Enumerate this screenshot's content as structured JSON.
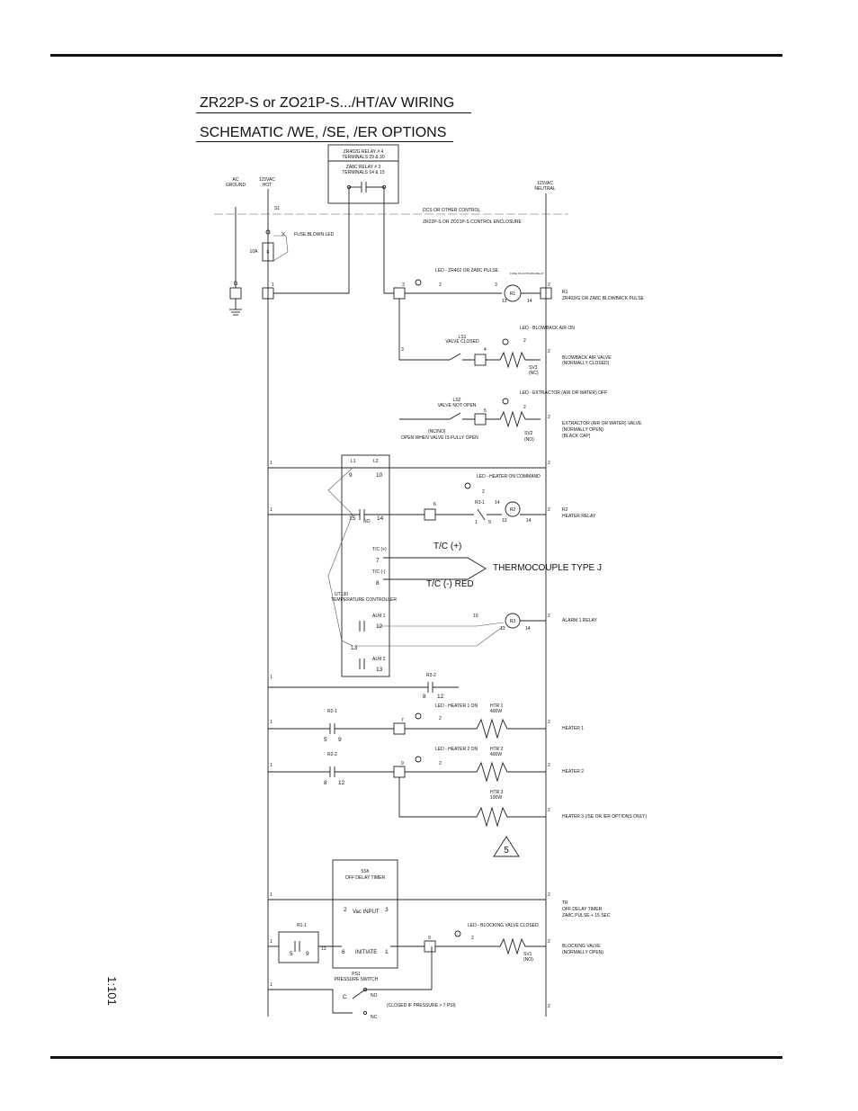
{
  "page": {
    "number": "1:101"
  },
  "title": {
    "line1": "ZR22P-S or  ZO21P-S.../HT/AV  WIRING",
    "line2": "SCHEMATIC /WE, /SE, /ER OPTIONS"
  },
  "top_box": {
    "line1a": "ZR402G  RELAY # 4",
    "line1b": "TERMINALS 29 & 30",
    "line2a": "ZA8C RELAY # 3",
    "line2b": "TERMINALS 14 & 15"
  },
  "headers": {
    "ac_ground_1": "AC",
    "ac_ground_2": "GROUND",
    "hot_1": "115VAC",
    "hot_2": "HOT",
    "neutral_1": "115VAC",
    "neutral_2": "NEUTRAL",
    "dcs": "DCS OR OTHER CONTROL",
    "enclosure": "ZR22P-S OR ZO21P-S CONTROL ENCLOSURE",
    "s1": "S1"
  },
  "labels": {
    "fuse_led": "FUSE BLOWN LED",
    "fuse_rating": "10A",
    "fuse_f": "F",
    "g": "G",
    "led_pulse": "LED - ZR402 OR ZA8C PULSE",
    "r1": "R1",
    "r1_desc": "ZR402/G OR ZA8C BLOWBACK PULSE",
    "ls1_a": "LS1",
    "ls1_b": "VALVE CLOSED",
    "led_blowback": "LED - BLOWBACK AIR ON",
    "blowback_a": "BLOWBACK AIR VALVE",
    "blowback_b": "(NORMALLY CLOSED)",
    "sv3_a": "SV3",
    "sv3_b": "(NC)",
    "ls2_a": "LS2",
    "ls2_b": "VALVE NOT OPEN",
    "led_extractor": "LED - EXTRACTOR (AIR OR WATER) OFF",
    "ncno": "(NC/NO)",
    "open_when": "OPEN WHEN VALVE IS FULLY OPEN",
    "sv2_a": "SV2",
    "sv2_b": "(NO)",
    "extractor_a": "EXTRACTOR (AIR OR WATER) VALVE",
    "extractor_b": "(NORMALLY OPEN)",
    "extractor_c": "(BLACK CAP)",
    "l1": "L1",
    "l2": "L2",
    "led_heater_cmd": "LED - HEATER ON COMMAND",
    "no": "NO",
    "r3_1": "R3-1",
    "r2": "R2",
    "r2_desc": "HEATER RELAY",
    "tc_plus_label": "T/C (+)",
    "tc_minus_label": "T/C (-)",
    "tc_plus": "T/C (+)",
    "thermocouple": "THERMOCOUPLE TYPE J",
    "tc_minus": "T/C (-) RED",
    "ut130_a": "UT130",
    "ut130_b": "TEMPERATURE CONTROLLER",
    "alm1": "ALM 1",
    "alm2": "ALM 2",
    "r3": "R3",
    "alarm_relay": "ALARM 1 RELAY",
    "r3_2": "R3-2",
    "r2_1": "R2-1",
    "r2_2": "R2-2",
    "led_h1": "LED - HEATER 1 ON",
    "led_h2": "LED - HEATER 2 ON",
    "htr1_a": "HTR 1",
    "htr1_b": "400W",
    "htr2_a": "HTR 2",
    "htr2_b": "400W",
    "htr3_a": "HTR 3",
    "htr3_b": "100W",
    "heater1": "HEATER 1",
    "heater2": "HEATER 2",
    "heater3": "HEATER 3 (/SE OR /ER OPTIONS ONLY)",
    "note_tri": "5",
    "tr_a": "5Sh",
    "tr_b": "OFF DELAY TIMER",
    "vac_input": "Vac INPUT",
    "initiate": "INITIATE",
    "tr": "TR",
    "tr_desc_a": "OFF DELAY TIMER",
    "tr_desc_b": "ZA8C PULSE + 15 SEC",
    "r1_1": "R1-1",
    "led_blocking": "LED - BLOCKING VALVE CLOSED",
    "blocking_a": "BLOCKING VALVE",
    "blocking_b": "(NORMALLY OPEN)",
    "sv1_a": "SV1",
    "sv1_b": "(NO)",
    "ps1_a": "PS1",
    "ps1_b": "PRESSURE SWITCH",
    "c": "C",
    "nc": "NC",
    "closed_if": "(CLOSED IF PRESSURE > 7 PSI)",
    "relay_coil_tag": "FUSE FS ACTIVATE RELAY"
  },
  "numbers": {
    "n1": "1",
    "n2": "2",
    "n3": "3",
    "n4": "4",
    "n5": "5",
    "n6": "6",
    "n7": "7",
    "n8": "8",
    "n9": "9",
    "n10": "10",
    "n12": "12",
    "n13": "13",
    "n14": "14",
    "n15": "15"
  }
}
